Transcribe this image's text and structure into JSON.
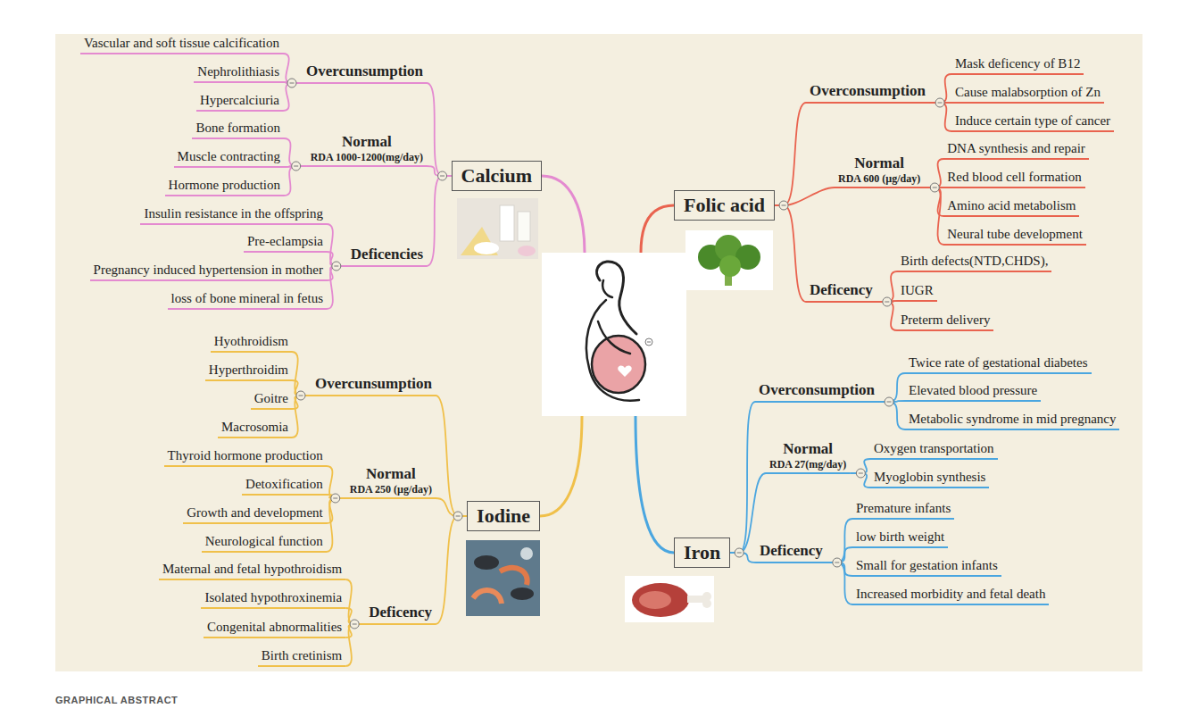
{
  "diagram": {
    "caption": "GRAPHICAL ABSTRACT",
    "nodes": [
      {
        "text": [
          "Calcium"
        ]
      },
      {
        "text": [
          "Overcunsumption"
        ]
      },
      {
        "text": [
          "Vascular and soft tissue calcification"
        ]
      },
      {
        "text": [
          "Nephrolithiasis"
        ]
      },
      {
        "text": [
          "Hypercalciuria"
        ]
      },
      {
        "text": [
          "Normal",
          "RDA 1000-1200(mg/day)"
        ]
      },
      {
        "text": [
          "Bone formation"
        ]
      },
      {
        "text": [
          "Muscle contracting"
        ]
      },
      {
        "text": [
          "Hormone production"
        ]
      },
      {
        "text": [
          "Deficencies"
        ]
      },
      {
        "text": [
          "Insulin resistance in the offspring"
        ]
      },
      {
        "text": [
          "Pre-eclampsia"
        ]
      },
      {
        "text": [
          "Pregnancy induced hypertension in mother"
        ]
      },
      {
        "text": [
          "loss of bone mineral in fetus"
        ]
      },
      {
        "text": [
          "Folic acid"
        ]
      },
      {
        "text": [
          "Overconsumption"
        ]
      },
      {
        "text": [
          "Mask deficency of B12"
        ]
      },
      {
        "text": [
          "Cause malabsorption of Zn"
        ]
      },
      {
        "text": [
          "Induce certain type of cancer"
        ]
      },
      {
        "text": [
          "Normal",
          "RDA 600 (µg/day)"
        ]
      },
      {
        "text": [
          "DNA synthesis and repair"
        ]
      },
      {
        "text": [
          "Red blood cell formation"
        ]
      },
      {
        "text": [
          "Amino acid metabolism"
        ]
      },
      {
        "text": [
          "Neural tube development"
        ]
      },
      {
        "text": [
          "Deficency"
        ]
      },
      {
        "text": [
          "Birth defects(NTD,CHDS),"
        ]
      },
      {
        "text": [
          "IUGR"
        ]
      },
      {
        "text": [
          "Preterm delivery"
        ]
      },
      {
        "text": [
          "Iodine"
        ]
      },
      {
        "text": [
          "Overcunsumption"
        ]
      },
      {
        "text": [
          "Hyothroidism"
        ]
      },
      {
        "text": [
          "Hyperthroidim"
        ]
      },
      {
        "text": [
          "Goitre"
        ]
      },
      {
        "text": [
          "Macrosomia"
        ]
      },
      {
        "text": [
          "Normal",
          "RDA 250 (µg/day)"
        ]
      },
      {
        "text": [
          "Thyroid hormone production"
        ]
      },
      {
        "text": [
          "Detoxification"
        ]
      },
      {
        "text": [
          "Growth and development"
        ]
      },
      {
        "text": [
          "Neurological function"
        ]
      },
      {
        "text": [
          "Deficency"
        ]
      },
      {
        "text": [
          "Maternal and fetal hypothroidism"
        ]
      },
      {
        "text": [
          "Isolated hypothroxinemia"
        ]
      },
      {
        "text": [
          "Congenital abnormalities"
        ]
      },
      {
        "text": [
          "Birth cretinism"
        ]
      },
      {
        "text": [
          "Iron"
        ]
      },
      {
        "text": [
          "Overconsumption"
        ]
      },
      {
        "text": [
          "Twice rate of gestational diabetes"
        ]
      },
      {
        "text": [
          "Elevated blood pressure"
        ]
      },
      {
        "text": [
          "Metabolic syndrome in mid pregnancy"
        ]
      },
      {
        "text": [
          "Normal",
          "RDA 27(mg/day)"
        ]
      },
      {
        "text": [
          "Oxygen transportation"
        ]
      },
      {
        "text": [
          "Myoglobin synthesis"
        ]
      },
      {
        "text": [
          "Deficency"
        ]
      },
      {
        "text": [
          "Premature infants"
        ]
      },
      {
        "text": [
          "low birth weight"
        ]
      },
      {
        "text": [
          "Small for gestation infants"
        ]
      },
      {
        "text": [
          "Increased morbidity and fetal death"
        ]
      }
    ],
    "edges": [
      {
        "from": 0,
        "to": 1,
        "arrow": "none"
      },
      {
        "from": 0,
        "to": 5,
        "arrow": "none"
      },
      {
        "from": 0,
        "to": 9,
        "arrow": "none"
      },
      {
        "from": 1,
        "to": 2,
        "arrow": "none"
      },
      {
        "from": 1,
        "to": 3,
        "arrow": "none"
      },
      {
        "from": 1,
        "to": 4,
        "arrow": "none"
      },
      {
        "from": 5,
        "to": 6,
        "arrow": "none"
      },
      {
        "from": 5,
        "to": 7,
        "arrow": "none"
      },
      {
        "from": 5,
        "to": 8,
        "arrow": "none"
      },
      {
        "from": 9,
        "to": 10,
        "arrow": "none"
      },
      {
        "from": 9,
        "to": 11,
        "arrow": "none"
      },
      {
        "from": 9,
        "to": 12,
        "arrow": "none"
      },
      {
        "from": 9,
        "to": 13,
        "arrow": "none"
      },
      {
        "from": 14,
        "to": 15,
        "arrow": "none"
      },
      {
        "from": 14,
        "to": 19,
        "arrow": "none"
      },
      {
        "from": 14,
        "to": 24,
        "arrow": "none"
      },
      {
        "from": 15,
        "to": 16,
        "arrow": "none"
      },
      {
        "from": 15,
        "to": 17,
        "arrow": "none"
      },
      {
        "from": 15,
        "to": 18,
        "arrow": "none"
      },
      {
        "from": 19,
        "to": 20,
        "arrow": "none"
      },
      {
        "from": 19,
        "to": 21,
        "arrow": "none"
      },
      {
        "from": 19,
        "to": 22,
        "arrow": "none"
      },
      {
        "from": 19,
        "to": 23,
        "arrow": "none"
      },
      {
        "from": 24,
        "to": 25,
        "arrow": "none"
      },
      {
        "from": 24,
        "to": 26,
        "arrow": "none"
      },
      {
        "from": 24,
        "to": 27,
        "arrow": "none"
      },
      {
        "from": 28,
        "to": 29,
        "arrow": "none"
      },
      {
        "from": 28,
        "to": 34,
        "arrow": "none"
      },
      {
        "from": 28,
        "to": 39,
        "arrow": "none"
      },
      {
        "from": 29,
        "to": 30,
        "arrow": "none"
      },
      {
        "from": 29,
        "to": 31,
        "arrow": "none"
      },
      {
        "from": 29,
        "to": 32,
        "arrow": "none"
      },
      {
        "from": 29,
        "to": 33,
        "arrow": "none"
      },
      {
        "from": 34,
        "to": 35,
        "arrow": "none"
      },
      {
        "from": 34,
        "to": 36,
        "arrow": "none"
      },
      {
        "from": 34,
        "to": 37,
        "arrow": "none"
      },
      {
        "from": 34,
        "to": 38,
        "arrow": "none"
      },
      {
        "from": 39,
        "to": 40,
        "arrow": "none"
      },
      {
        "from": 39,
        "to": 41,
        "arrow": "none"
      },
      {
        "from": 39,
        "to": 42,
        "arrow": "none"
      },
      {
        "from": 39,
        "to": 43,
        "arrow": "none"
      },
      {
        "from": 44,
        "to": 45,
        "arrow": "none"
      },
      {
        "from": 44,
        "to": 49,
        "arrow": "none"
      },
      {
        "from": 44,
        "to": 52,
        "arrow": "none"
      },
      {
        "from": 45,
        "to": 46,
        "arrow": "none"
      },
      {
        "from": 45,
        "to": 47,
        "arrow": "none"
      },
      {
        "from": 45,
        "to": 48,
        "arrow": "none"
      },
      {
        "from": 49,
        "to": 50,
        "arrow": "none"
      },
      {
        "from": 49,
        "to": 51,
        "arrow": "none"
      },
      {
        "from": 52,
        "to": 53,
        "arrow": "none"
      },
      {
        "from": 52,
        "to": 54,
        "arrow": "none"
      },
      {
        "from": 52,
        "to": 55,
        "arrow": "none"
      },
      {
        "from": 52,
        "to": 56,
        "arrow": "none"
      }
    ]
  }
}
